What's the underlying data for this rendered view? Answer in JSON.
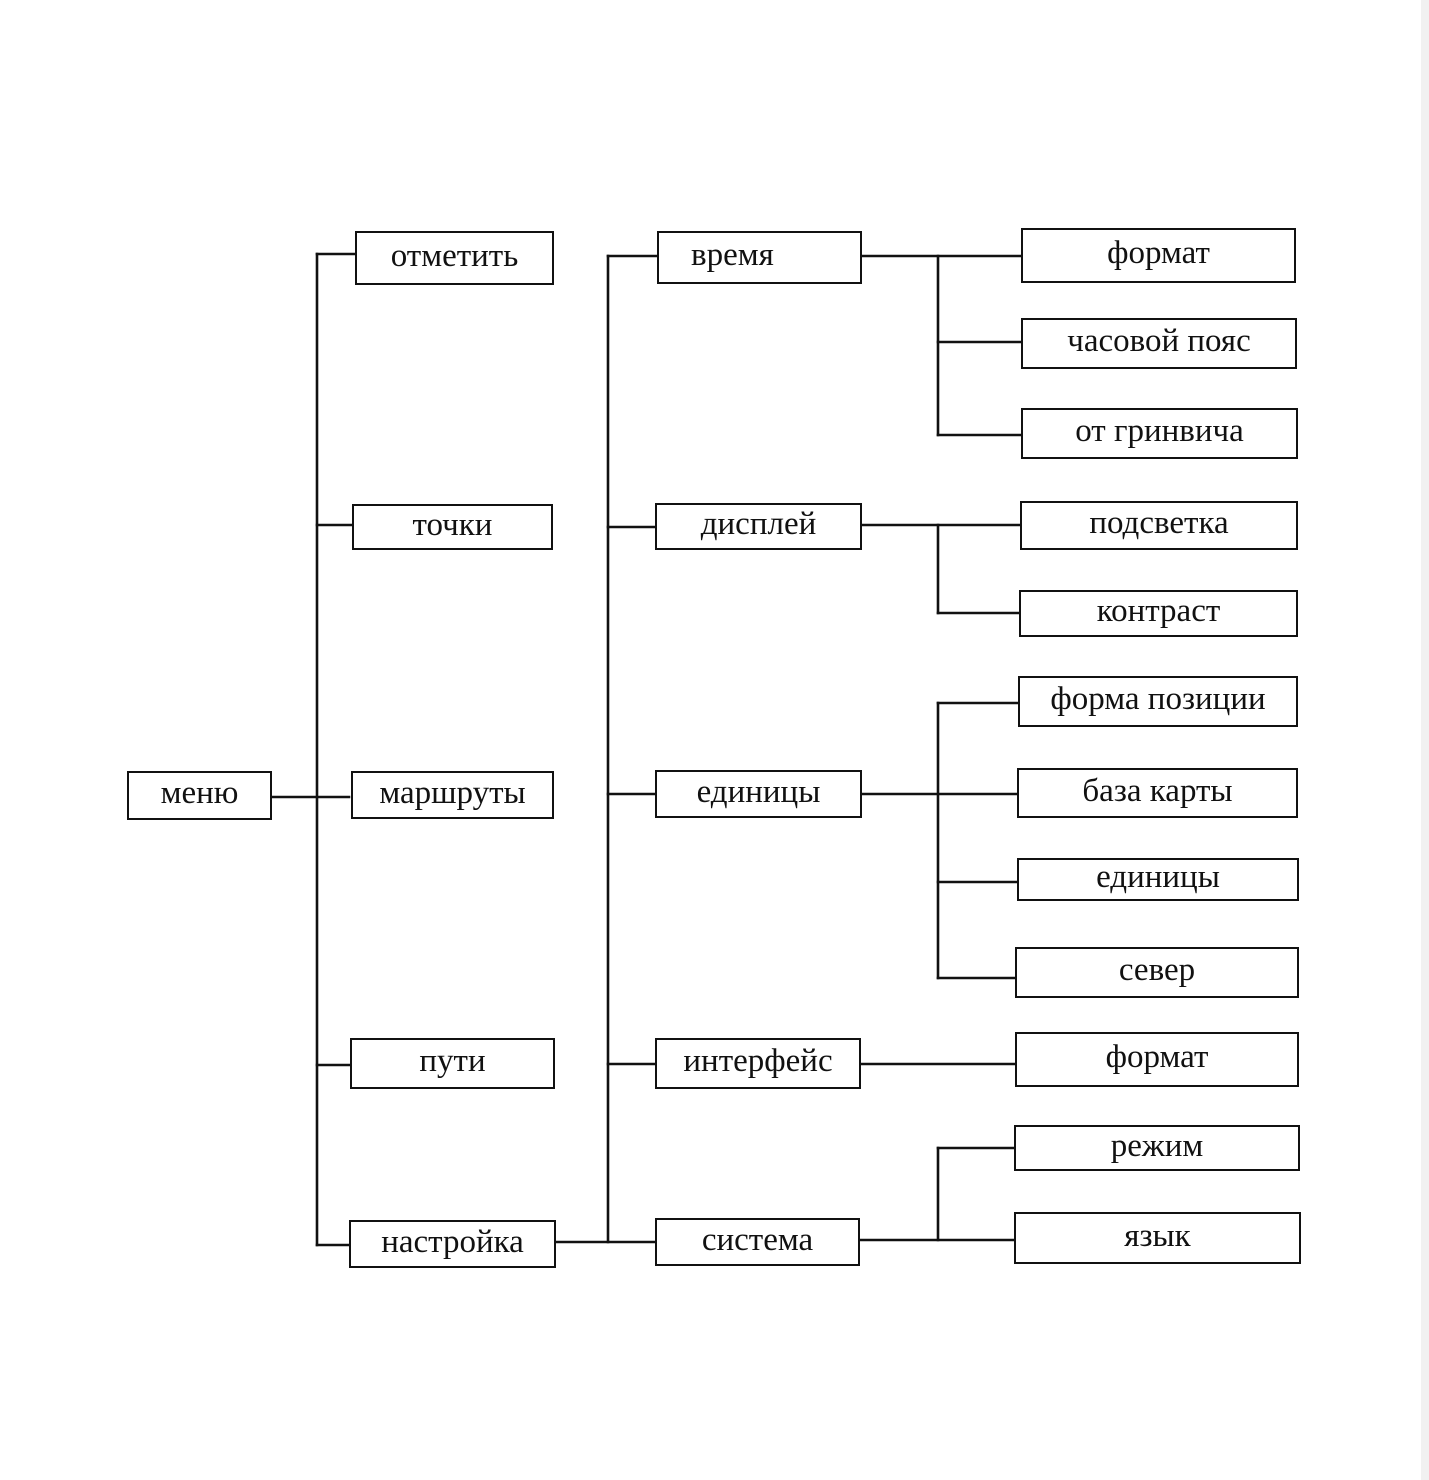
{
  "diagram": {
    "root": {
      "label": "меню"
    },
    "level1": [
      {
        "label": "отметить"
      },
      {
        "label": "точки"
      },
      {
        "label": "маршруты"
      },
      {
        "label": "пути"
      },
      {
        "label": "настройка"
      }
    ],
    "level2": [
      {
        "label": "время"
      },
      {
        "label": "дисплей"
      },
      {
        "label": "единицы"
      },
      {
        "label": "интерфейс"
      },
      {
        "label": "система"
      }
    ],
    "level3": [
      {
        "label": "формат",
        "parent": "время"
      },
      {
        "label": "часовой пояс",
        "parent": "время"
      },
      {
        "label": "от гринвича",
        "parent": "время"
      },
      {
        "label": "подсветка",
        "parent": "дисплей"
      },
      {
        "label": "контраст",
        "parent": "дисплей"
      },
      {
        "label": "форма позиции",
        "parent": "единицы"
      },
      {
        "label": "база карты",
        "parent": "единицы"
      },
      {
        "label": "единицы",
        "parent": "единицы"
      },
      {
        "label": "север",
        "parent": "единицы"
      },
      {
        "label": "формат",
        "parent": "интерфейс"
      },
      {
        "label": "режим",
        "parent": "система"
      },
      {
        "label": "язык",
        "parent": "система"
      }
    ]
  },
  "colors": {
    "line": "#111111",
    "background": "#ffffff"
  }
}
